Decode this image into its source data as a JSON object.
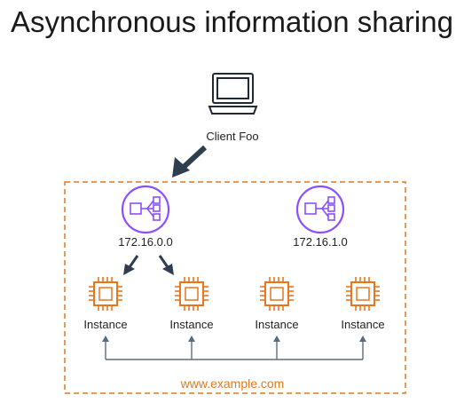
{
  "title": "Asynchronous information sharing",
  "client": {
    "label": "Client Foo",
    "icon": "laptop-icon"
  },
  "load_balancers": [
    {
      "label": "172.16.0.0",
      "icon": "load-balancer-icon"
    },
    {
      "label": "172.16.1.0",
      "icon": "load-balancer-icon"
    }
  ],
  "instances": [
    {
      "label": "Instance",
      "icon": "chip-icon"
    },
    {
      "label": "Instance",
      "icon": "chip-icon"
    },
    {
      "label": "Instance",
      "icon": "chip-icon"
    },
    {
      "label": "Instance",
      "icon": "chip-icon"
    }
  ],
  "region_label": "www.example.com",
  "colors": {
    "region_border": "#e07a1f",
    "instance": "#e8761c",
    "load_balancer": "#8c4fff",
    "arrow": "#2f3e4f",
    "connector": "#5a6b7d"
  }
}
